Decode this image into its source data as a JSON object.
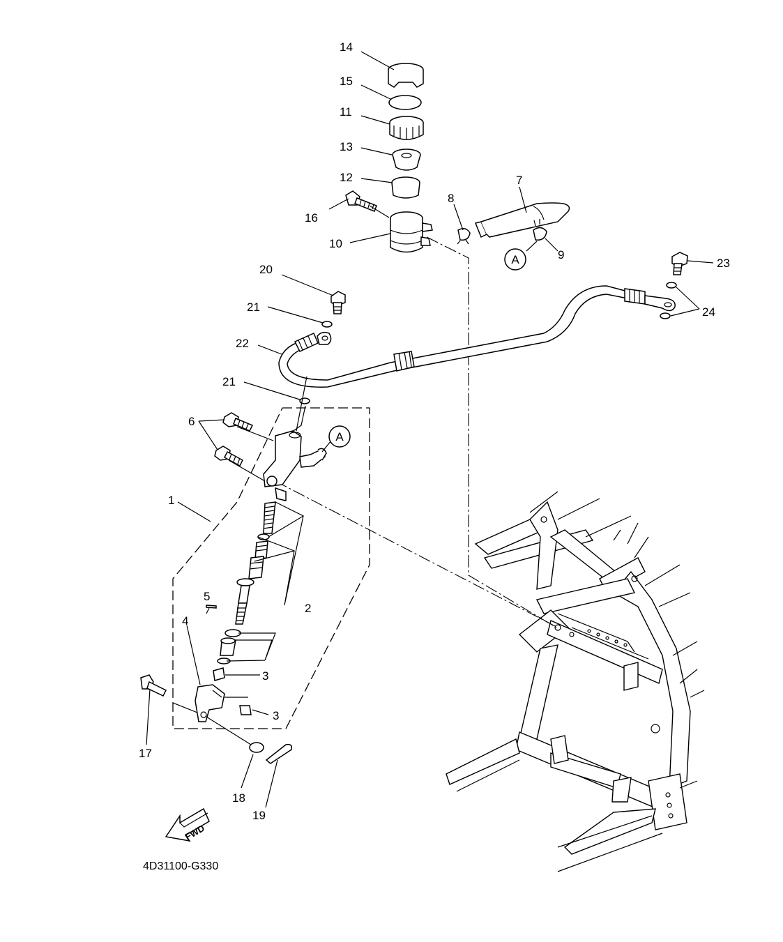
{
  "diagram": {
    "code": "4D31100-G330",
    "fwd_label": "FWD",
    "ref_marker": "A",
    "callouts": {
      "c1": "1",
      "c2": "2",
      "c3a": "3",
      "c3b": "3",
      "c4": "4",
      "c5": "5",
      "c6": "6",
      "c7": "7",
      "c8": "8",
      "c9": "9",
      "c10": "10",
      "c11": "11",
      "c12": "12",
      "c13": "13",
      "c14": "14",
      "c15": "15",
      "c16": "16",
      "c17": "17",
      "c18": "18",
      "c19": "19",
      "c20": "20",
      "c21a": "21",
      "c21b": "21",
      "c22": "22",
      "c23": "23",
      "c24": "24"
    }
  }
}
